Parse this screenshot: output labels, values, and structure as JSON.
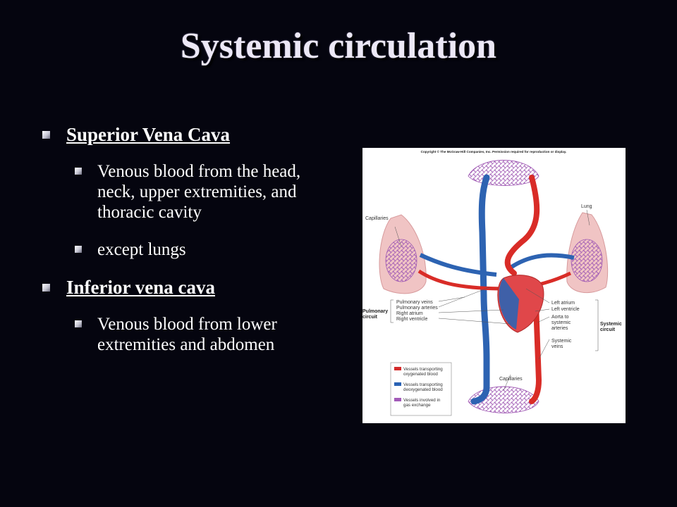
{
  "slide": {
    "title": "Systemic circulation"
  },
  "bullets": [
    {
      "heading": "Superior Vena Cava",
      "sub": [
        "Venous blood from the head, neck, upper extremities, and thoracic cavity",
        "except lungs"
      ]
    },
    {
      "heading": "Inferior vena cava",
      "sub": [
        "Venous blood from lower extremities and abdomen"
      ]
    }
  ],
  "figure": {
    "copyright": "Copyright © The McGraw-Hill Companies, Inc. Permission required for reproduction or display.",
    "labels": {
      "capillaries_top": "Capillaries",
      "lung": "Lung",
      "capillaries_bottom": "Capillaries",
      "pulmonary_veins": "Pulmonary veins",
      "pulmonary_arteries": "Pulmonary arteries",
      "right_atrium": "Right atrium",
      "right_ventricle": "Right ventricle",
      "pulmonary_circuit_1": "Pulmonary",
      "pulmonary_circuit_2": "circuit",
      "left_atrium": "Left atrium",
      "left_ventricle": "Left ventricle",
      "aorta_1": "Aorta to",
      "aorta_2": "systemic",
      "aorta_3": "arteries",
      "systemic_veins_1": "Systemic",
      "systemic_veins_2": "veins",
      "systemic_circuit_1": "Systemic",
      "systemic_circuit_2": "circuit"
    },
    "legend": [
      {
        "line1": "Vessels transporting",
        "line2": "oxygenated blood",
        "color": "#d42a2a"
      },
      {
        "line1": "Vessels transporting",
        "line2": "deoxygenated blood",
        "color": "#2a62b4"
      },
      {
        "line1": "Vessels involved in",
        "line2": "gas exchange",
        "color": "#a25ab8"
      }
    ],
    "colors": {
      "oxygenated": "#d92c27",
      "deoxygenated": "#2d63b2",
      "capillary": "#b46cc4",
      "lung": "#eeb6b8"
    }
  }
}
